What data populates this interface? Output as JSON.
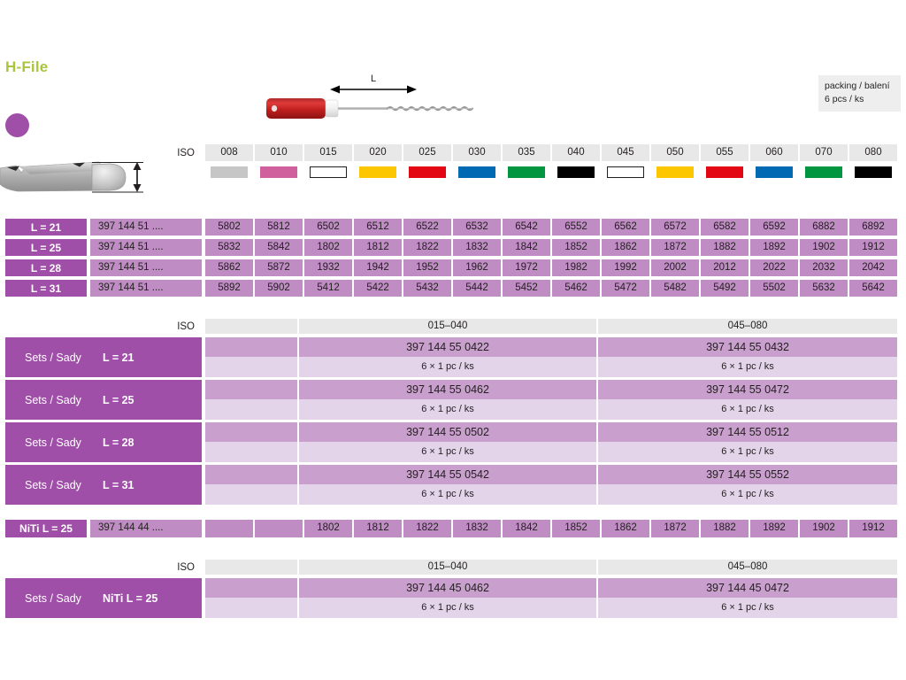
{
  "title": "H-File",
  "packing": {
    "line1": "packing / balení",
    "line2": "6 pcs / ks"
  },
  "diagram": {
    "length_label": "L"
  },
  "iso": {
    "label": "ISO",
    "sizes": [
      "008",
      "010",
      "015",
      "020",
      "025",
      "030",
      "035",
      "040",
      "045",
      "050",
      "055",
      "060",
      "070",
      "080"
    ],
    "colors": [
      "#c6c6c6",
      "#d05f9e",
      "#ffffff",
      "#fdc700",
      "#e30613",
      "#0069b4",
      "#009640",
      "#000000",
      "#ffffff",
      "#fdc700",
      "#e30613",
      "#0069b4",
      "#009640",
      "#000000"
    ],
    "outlined": [
      false,
      false,
      true,
      false,
      false,
      false,
      false,
      false,
      true,
      false,
      false,
      false,
      false,
      false
    ]
  },
  "main_table": {
    "rows": [
      {
        "length": "L = 21",
        "prefix": "397 144 51 ....",
        "codes": [
          "5802",
          "5812",
          "6502",
          "6512",
          "6522",
          "6532",
          "6542",
          "6552",
          "6562",
          "6572",
          "6582",
          "6592",
          "6882",
          "6892"
        ]
      },
      {
        "length": "L = 25",
        "prefix": "397 144 51 ....",
        "codes": [
          "5832",
          "5842",
          "1802",
          "1812",
          "1822",
          "1832",
          "1842",
          "1852",
          "1862",
          "1872",
          "1882",
          "1892",
          "1902",
          "1912"
        ]
      },
      {
        "length": "L = 28",
        "prefix": "397 144 51 ....",
        "codes": [
          "5862",
          "5872",
          "1932",
          "1942",
          "1952",
          "1962",
          "1972",
          "1982",
          "1992",
          "2002",
          "2012",
          "2022",
          "2032",
          "2042"
        ]
      },
      {
        "length": "L = 31",
        "prefix": "397 144 51 ....",
        "codes": [
          "5892",
          "5902",
          "5412",
          "5422",
          "5432",
          "5442",
          "5452",
          "5462",
          "5472",
          "5482",
          "5492",
          "5502",
          "5632",
          "5642"
        ]
      }
    ]
  },
  "sets": {
    "iso_label": "ISO",
    "range_left": "015–040",
    "range_right": "045–080",
    "set_word": "Sets / Sady",
    "rows": [
      {
        "length": "L = 21",
        "code_left": "397 144 55 0422",
        "pcs_left": "6 × 1 pc / ks",
        "code_right": "397 144 55 0432",
        "pcs_right": "6 × 1 pc / ks"
      },
      {
        "length": "L = 25",
        "code_left": "397 144 55 0462",
        "pcs_left": "6 × 1 pc / ks",
        "code_right": "397 144 55 0472",
        "pcs_right": "6 × 1 pc / ks"
      },
      {
        "length": "L = 28",
        "code_left": "397 144 55 0502",
        "pcs_left": "6 × 1 pc / ks",
        "code_right": "397 144 55 0512",
        "pcs_right": "6 × 1 pc / ks"
      },
      {
        "length": "L = 31",
        "code_left": "397 144 55 0542",
        "pcs_left": "6 × 1 pc / ks",
        "code_right": "397 144 55 0552",
        "pcs_right": "6 × 1 pc / ks"
      }
    ]
  },
  "niti_row": {
    "label": "NiTi L = 25",
    "prefix": "397 144 44 ....",
    "codes": [
      "",
      "",
      "1802",
      "1812",
      "1822",
      "1832",
      "1842",
      "1852",
      "1862",
      "1872",
      "1882",
      "1892",
      "1902",
      "1912"
    ]
  },
  "niti_sets": {
    "iso_label": "ISO",
    "range_left": "015–040",
    "range_right": "045–080",
    "set_word": "Sets / Sady",
    "length": "NiTi L = 25",
    "code_left": "397 144 45 0462",
    "pcs_left": "6 × 1 pc / ks",
    "code_right": "397 144 45 0472",
    "pcs_right": "6 × 1 pc / ks"
  },
  "palette": {
    "brand_green": "#a8c63c",
    "purple_dark": "#a04fa8",
    "purple_mid": "#bf8cc4",
    "purple_light": "#e3d4ea",
    "grey": "#e8e8e8"
  }
}
